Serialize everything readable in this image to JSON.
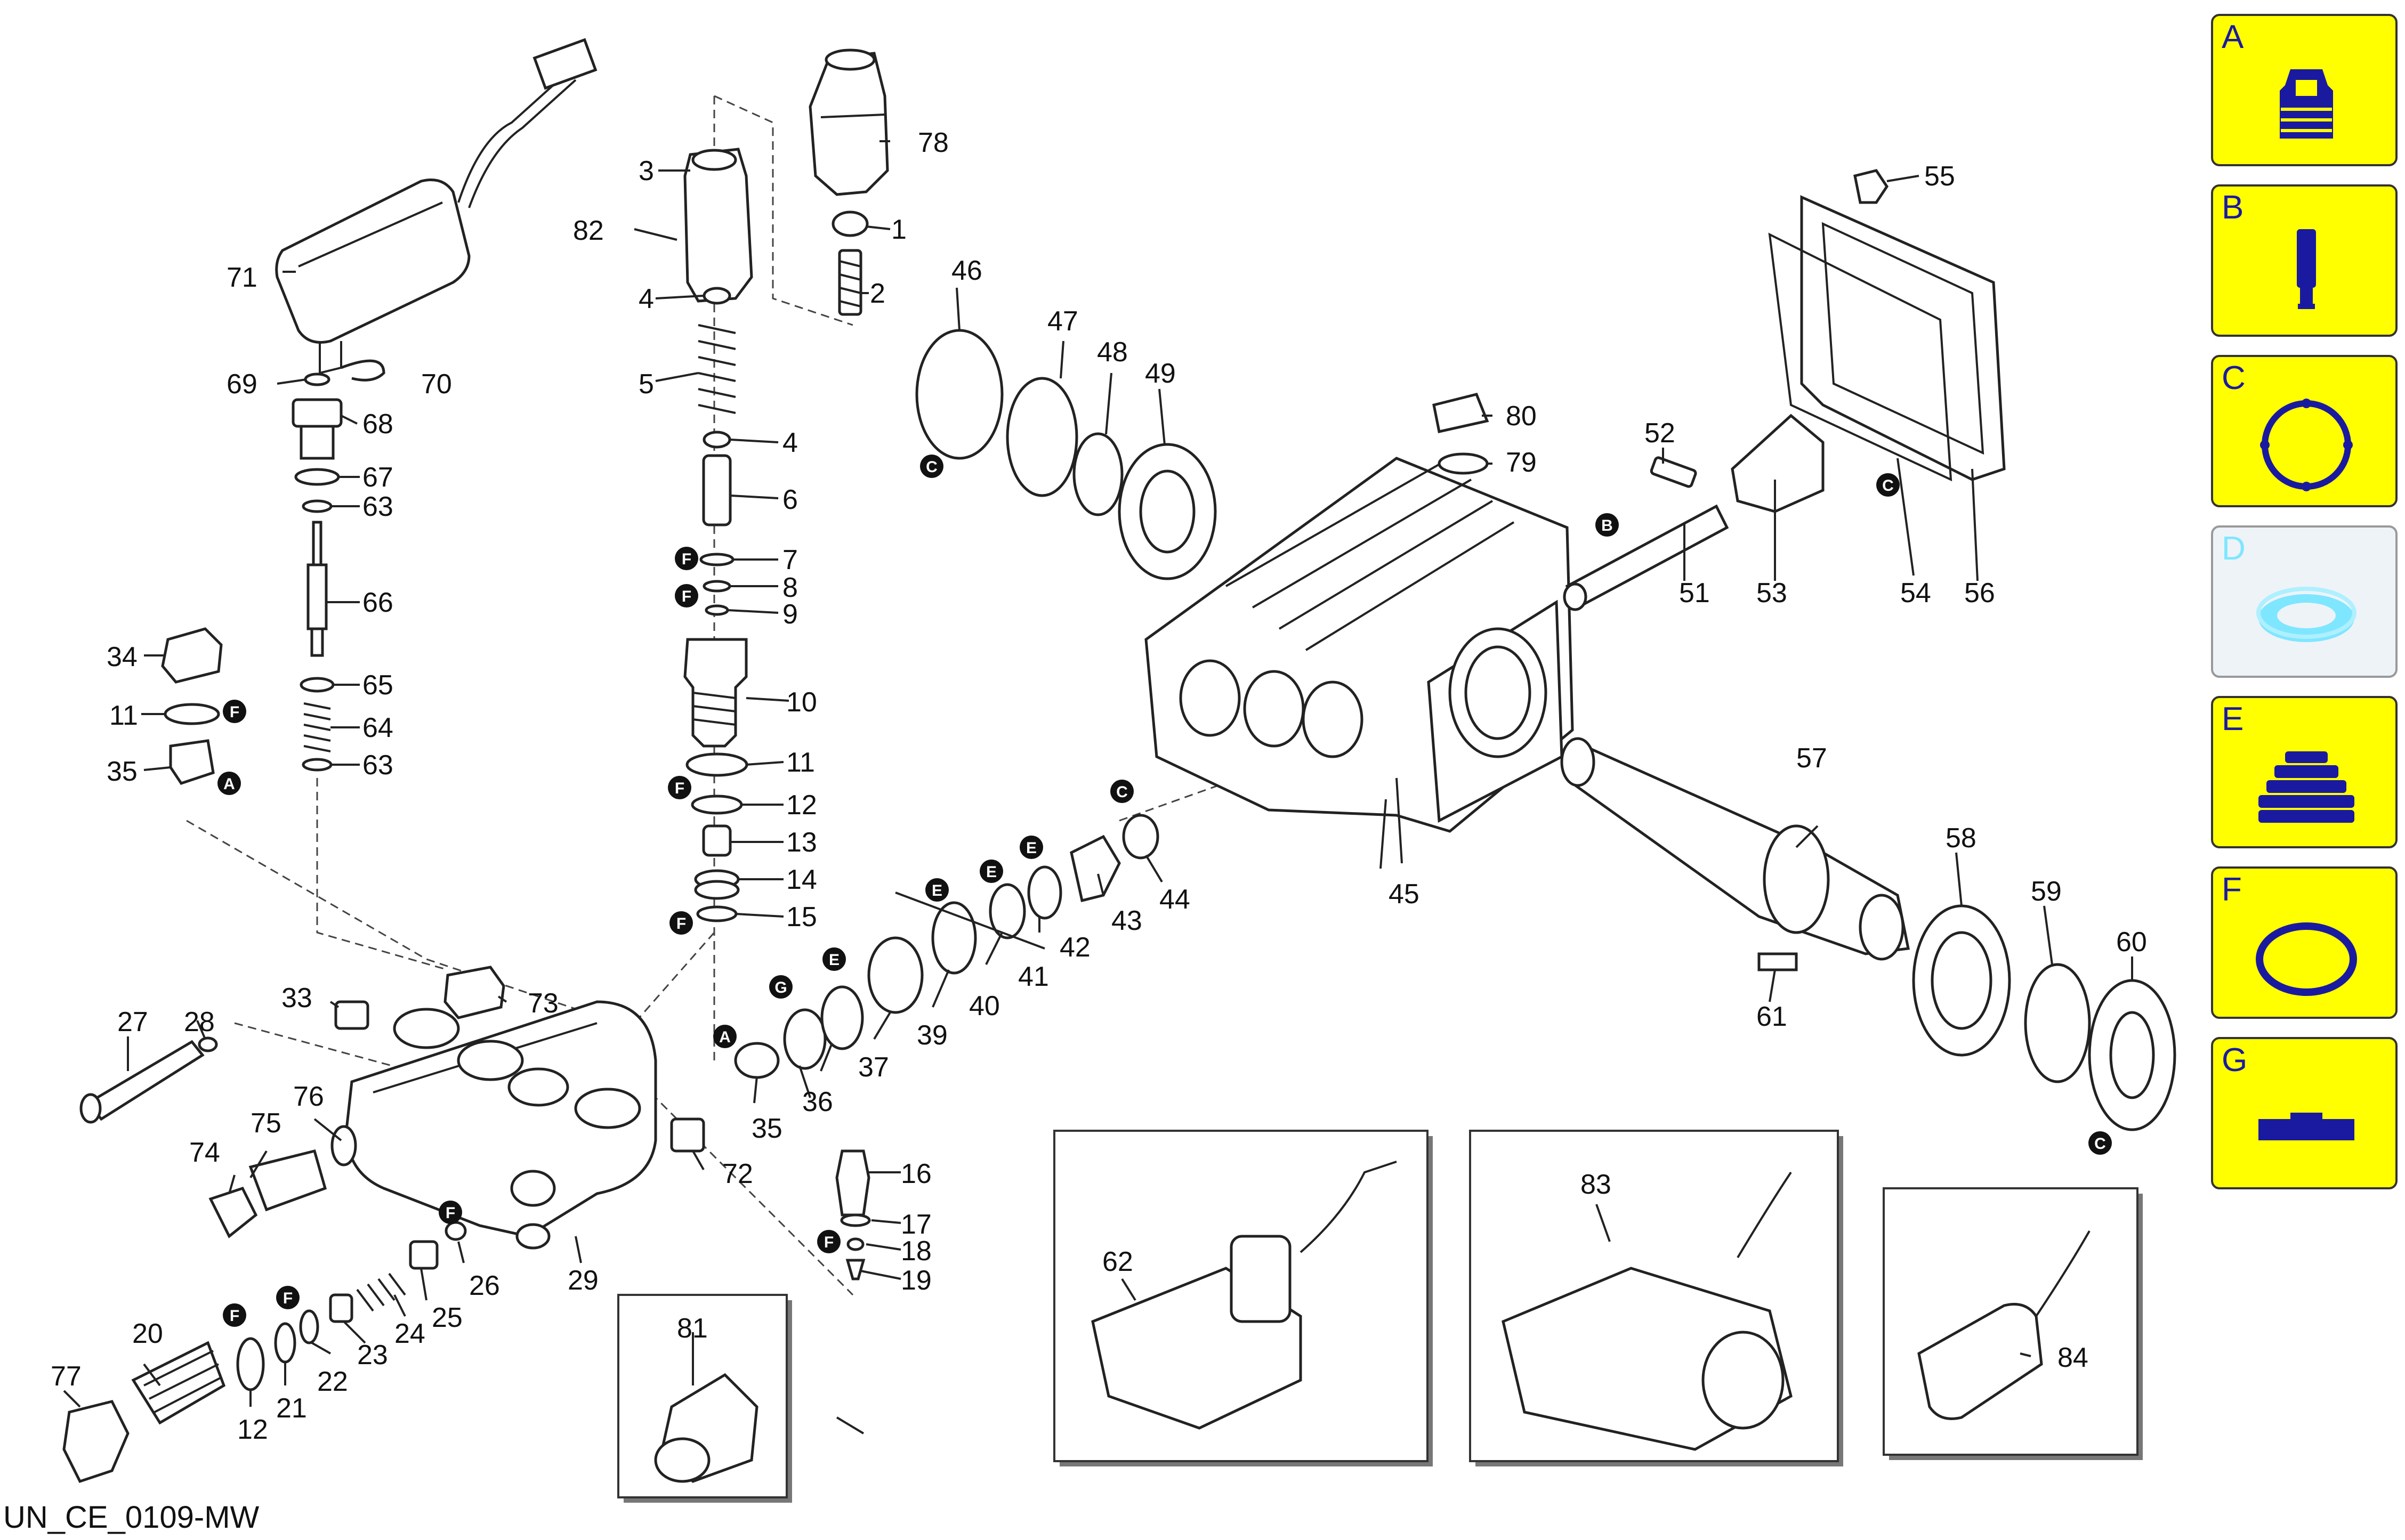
{
  "diagram": {
    "code": "UN_CE_0109-MW",
    "labels": [
      "1",
      "2",
      "3",
      "4",
      "4",
      "5",
      "6",
      "7",
      "8",
      "9",
      "10",
      "11",
      "11",
      "12",
      "12",
      "13",
      "14",
      "15",
      "16",
      "17",
      "18",
      "19",
      "20",
      "21",
      "22",
      "23",
      "24",
      "25",
      "26",
      "27",
      "28",
      "29",
      "33",
      "34",
      "35",
      "35",
      "36",
      "37",
      "39",
      "40",
      "41",
      "42",
      "43",
      "44",
      "45",
      "46",
      "47",
      "48",
      "49",
      "51",
      "52",
      "53",
      "54",
      "55",
      "56",
      "57",
      "58",
      "59",
      "60",
      "61",
      "62",
      "63",
      "63",
      "64",
      "65",
      "66",
      "67",
      "68",
      "69",
      "70",
      "71",
      "72",
      "73",
      "74",
      "75",
      "76",
      "77",
      "78",
      "79",
      "80",
      "81",
      "82",
      "83",
      "84"
    ],
    "markers": [
      "A",
      "A",
      "B",
      "C",
      "C",
      "C",
      "C",
      "E",
      "E",
      "E",
      "E",
      "F",
      "F",
      "F",
      "F",
      "F",
      "F",
      "F",
      "F",
      "F",
      "G"
    ]
  },
  "sidebar": {
    "items": [
      {
        "letter": "A",
        "icon": "valve-cap-icon",
        "enabled": true
      },
      {
        "letter": "B",
        "icon": "pin-icon",
        "enabled": true
      },
      {
        "letter": "C",
        "icon": "gasket-ring-icon",
        "enabled": true
      },
      {
        "letter": "D",
        "icon": "seal-ring-icon",
        "enabled": false
      },
      {
        "letter": "E",
        "icon": "packing-stack-icon",
        "enabled": true
      },
      {
        "letter": "F",
        "icon": "o-ring-icon",
        "enabled": true
      },
      {
        "letter": "G",
        "icon": "key-icon",
        "enabled": true
      }
    ],
    "colors": {
      "panel": "#ffff00",
      "icon": "#1a1aa0",
      "disabled_panel": "#eef3f8",
      "disabled_icon": "#7fe6ff"
    }
  }
}
